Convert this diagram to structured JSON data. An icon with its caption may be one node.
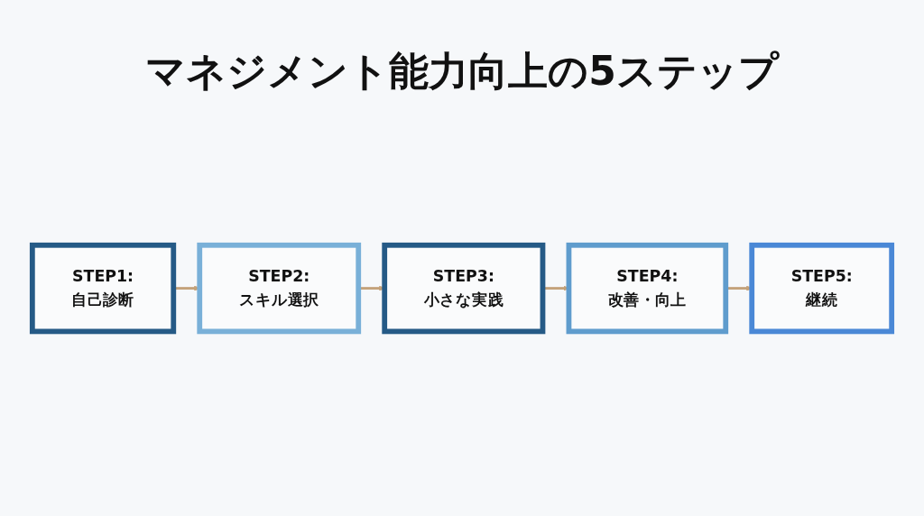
{
  "diagram": {
    "title": "マネジメント能力向上の5ステップ",
    "nodes": [
      {
        "text": [
          "STEP1:",
          "自己診断"
        ]
      },
      {
        "text": [
          "STEP2:",
          "スキル選択"
        ]
      },
      {
        "text": [
          "STEP3:",
          "小さな実践"
        ]
      },
      {
        "text": [
          "STEP4:",
          "改善・向上"
        ]
      },
      {
        "text": [
          "STEP5:",
          "継続"
        ]
      }
    ],
    "edges": [
      {
        "from": 0,
        "to": 1,
        "arrow": "to"
      },
      {
        "from": 1,
        "to": 2,
        "arrow": "to"
      },
      {
        "from": 2,
        "to": 3,
        "arrow": "to"
      },
      {
        "from": 3,
        "to": 4,
        "arrow": "to"
      }
    ]
  }
}
